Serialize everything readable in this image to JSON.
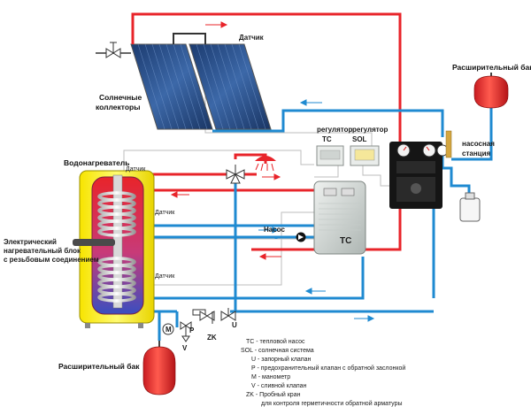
{
  "labels": {
    "sensor_top": "Датчик",
    "collectors_line1": "Солнечные",
    "collectors_line2": "коллекторы",
    "expansion_tank_right": "Расширительный бак",
    "controller_tc_line1": "регулятор",
    "controller_tc_line2": "TC",
    "controller_sol_line1": "регулятор",
    "controller_sol_line2": "SOL",
    "pump_station_line1": "насосная",
    "pump_station_line2": "станция",
    "water_heater": "Водонагреватель",
    "sensor_tank_top": "Датчик",
    "sensor_tank_mid": "Датчик",
    "sensor_tank_low": "Датчик",
    "heating_block_line1": "Электрический",
    "heating_block_line2": "нагревательный блок",
    "heating_block_line3": "с резьбовым соединением",
    "pump": "Насос",
    "heat_pump_unit": "TC",
    "valve_m": "M",
    "valve_p": "P",
    "valve_v": "V",
    "valve_zk": "ZK",
    "valve_u": "U",
    "expansion_tank_left": "Расширительный бак"
  },
  "legend": [
    "TC - тепловой насос",
    "SOL - солнечная система",
    "U - запорный клапан",
    "P - предохранительный клапан с обратной заслонкой",
    "M - манометр",
    "V - сливной клапан",
    "ZK - Пробный кран",
    "для контроля герметичности обратной арматуры"
  ],
  "colors": {
    "hot_pipe": "#e8242a",
    "cold_pipe": "#1f8ad1",
    "tank_fill": "#f5e800",
    "tank_red": "#e8242a",
    "panel_blue": "#2a4e8a",
    "control_wire": "#b8b8b8"
  }
}
